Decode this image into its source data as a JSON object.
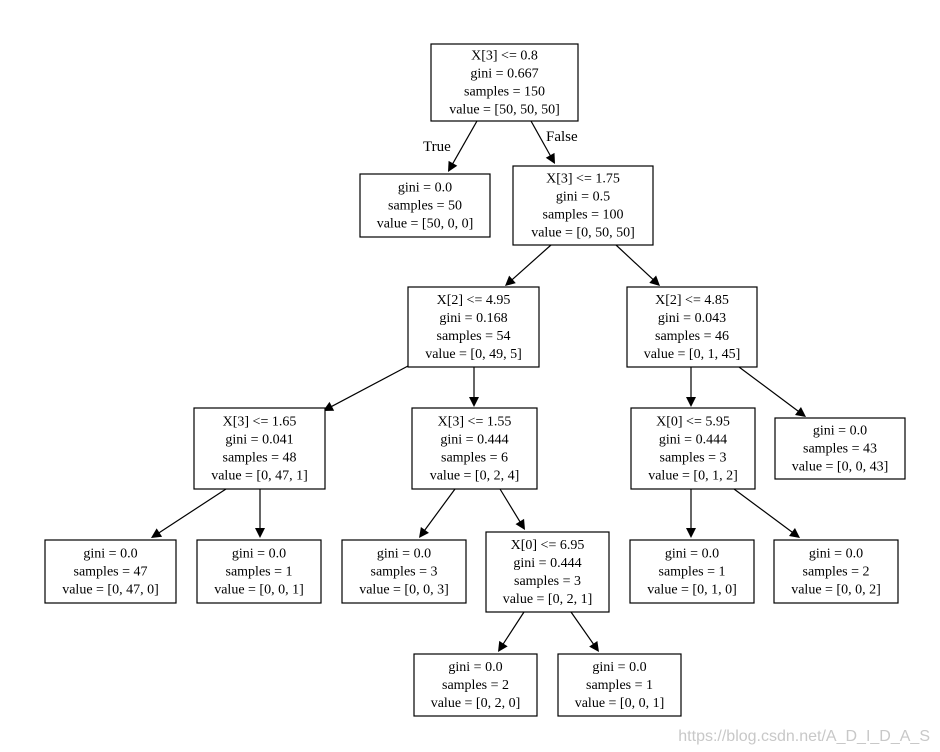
{
  "tree": {
    "nodes": [
      {
        "id": "n0",
        "lines": [
          "X[3] <= 0.8",
          "gini = 0.667",
          "samples = 150",
          "value = [50, 50, 50]"
        ]
      },
      {
        "id": "n1",
        "lines": [
          "gini = 0.0",
          "samples = 50",
          "value = [50, 0, 0]"
        ]
      },
      {
        "id": "n2",
        "lines": [
          "X[3] <= 1.75",
          "gini = 0.5",
          "samples = 100",
          "value = [0, 50, 50]"
        ]
      },
      {
        "id": "n3",
        "lines": [
          "X[2] <= 4.95",
          "gini = 0.168",
          "samples = 54",
          "value = [0, 49, 5]"
        ]
      },
      {
        "id": "n4",
        "lines": [
          "X[2] <= 4.85",
          "gini = 0.043",
          "samples = 46",
          "value = [0, 1, 45]"
        ]
      },
      {
        "id": "n5",
        "lines": [
          "X[3] <= 1.65",
          "gini = 0.041",
          "samples = 48",
          "value = [0, 47, 1]"
        ]
      },
      {
        "id": "n6",
        "lines": [
          "X[3] <= 1.55",
          "gini = 0.444",
          "samples = 6",
          "value = [0, 2, 4]"
        ]
      },
      {
        "id": "n7",
        "lines": [
          "X[0] <= 5.95",
          "gini = 0.444",
          "samples = 3",
          "value = [0, 1, 2]"
        ]
      },
      {
        "id": "n8",
        "lines": [
          "gini = 0.0",
          "samples = 43",
          "value = [0, 0, 43]"
        ]
      },
      {
        "id": "n9",
        "lines": [
          "gini = 0.0",
          "samples = 47",
          "value = [0, 47, 0]"
        ]
      },
      {
        "id": "n10",
        "lines": [
          "gini = 0.0",
          "samples = 1",
          "value = [0, 0, 1]"
        ]
      },
      {
        "id": "n11",
        "lines": [
          "gini = 0.0",
          "samples = 3",
          "value = [0, 0, 3]"
        ]
      },
      {
        "id": "n12",
        "lines": [
          "X[0] <= 6.95",
          "gini = 0.444",
          "samples = 3",
          "value = [0, 2, 1]"
        ]
      },
      {
        "id": "n13",
        "lines": [
          "gini = 0.0",
          "samples = 1",
          "value = [0, 1, 0]"
        ]
      },
      {
        "id": "n14",
        "lines": [
          "gini = 0.0",
          "samples = 2",
          "value = [0, 0, 2]"
        ]
      },
      {
        "id": "n15",
        "lines": [
          "gini = 0.0",
          "samples = 2",
          "value = [0, 2, 0]"
        ]
      },
      {
        "id": "n16",
        "lines": [
          "gini = 0.0",
          "samples = 1",
          "value = [0, 0, 1]"
        ]
      }
    ],
    "edges": [
      {
        "from": "n0",
        "to": "n1",
        "label": "True"
      },
      {
        "from": "n0",
        "to": "n2",
        "label": "False"
      },
      {
        "from": "n2",
        "to": "n3"
      },
      {
        "from": "n2",
        "to": "n4"
      },
      {
        "from": "n3",
        "to": "n5"
      },
      {
        "from": "n3",
        "to": "n6"
      },
      {
        "from": "n4",
        "to": "n7"
      },
      {
        "from": "n4",
        "to": "n8"
      },
      {
        "from": "n5",
        "to": "n9"
      },
      {
        "from": "n5",
        "to": "n10"
      },
      {
        "from": "n6",
        "to": "n11"
      },
      {
        "from": "n6",
        "to": "n12"
      },
      {
        "from": "n7",
        "to": "n13"
      },
      {
        "from": "n7",
        "to": "n14"
      },
      {
        "from": "n12",
        "to": "n15"
      },
      {
        "from": "n12",
        "to": "n16"
      }
    ]
  },
  "watermark": "https://blog.csdn.net/A_D_I_D_A_S"
}
